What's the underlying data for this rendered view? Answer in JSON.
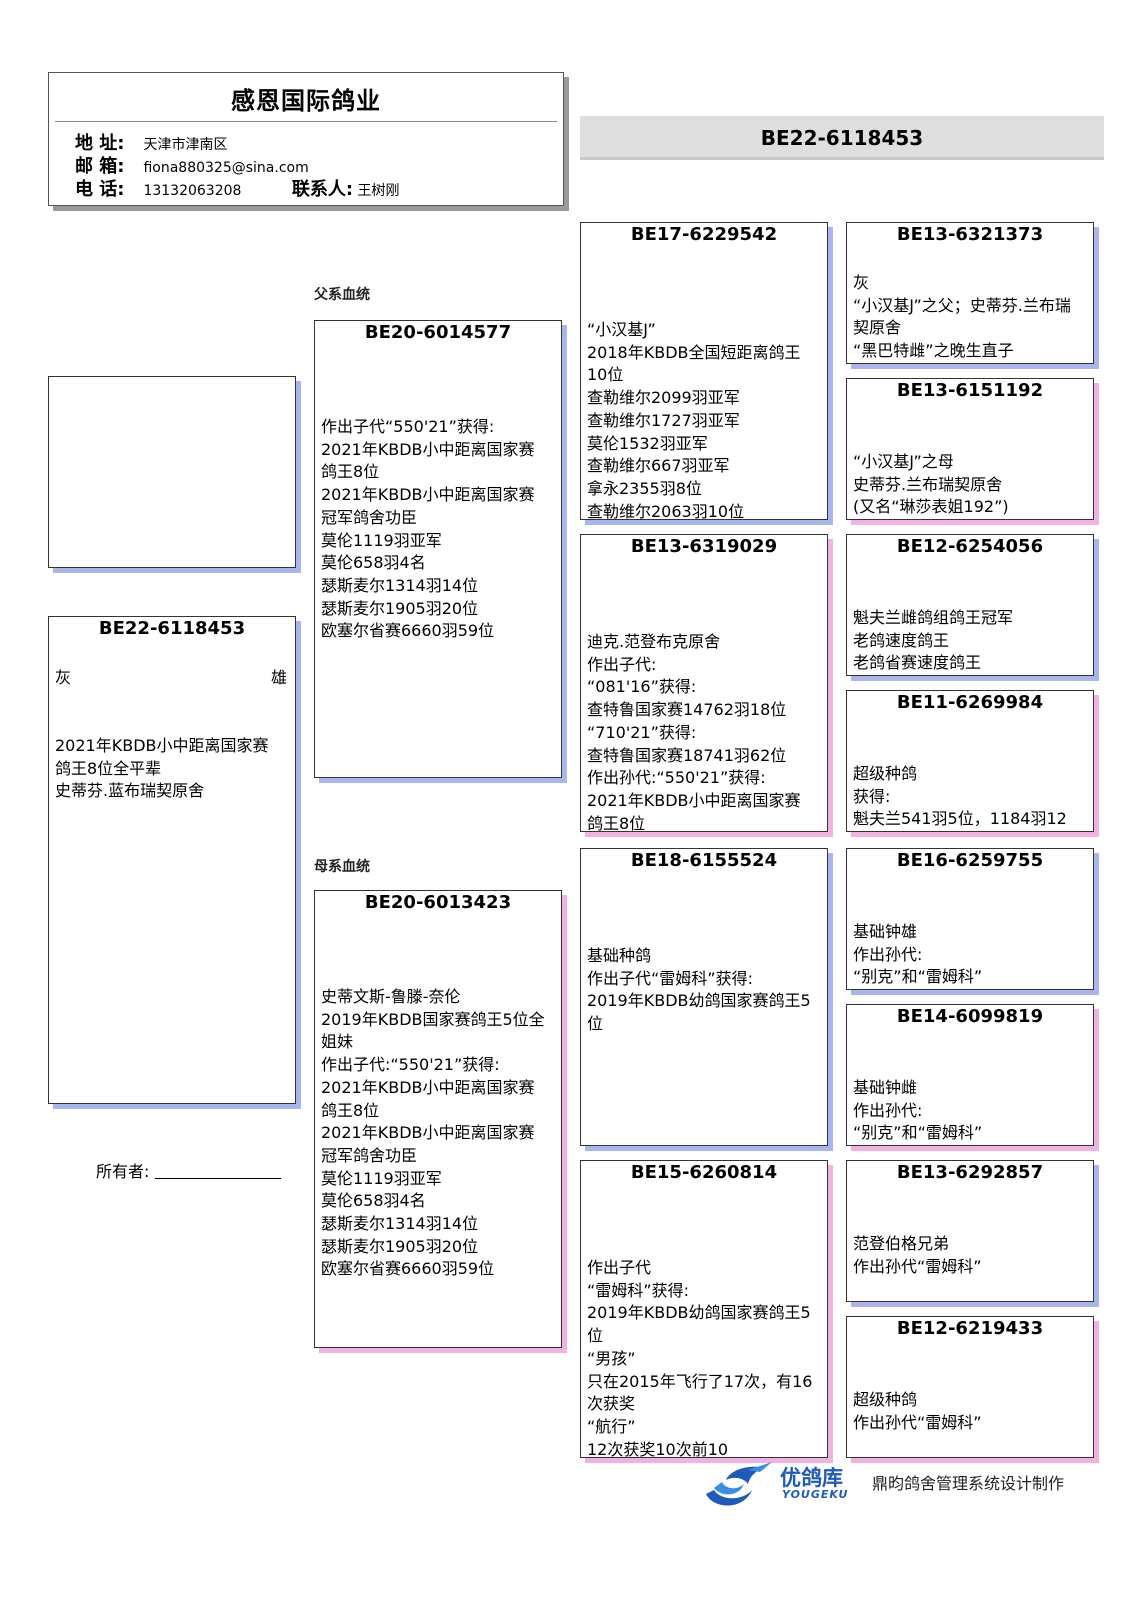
{
  "company": {
    "name": "感恩国际鸽业",
    "address_label": "地 址:",
    "address": "天津市津南区",
    "email_label": "邮 箱:",
    "email": "fiona880325@sina.com",
    "phone_label": "电 话:",
    "phone": "13132063208",
    "contact_label": "联系人:",
    "contact": "王树刚"
  },
  "banner_id": "BE22-6118453",
  "paternal_label": "父系血统",
  "maternal_label": "母系血统",
  "subject": {
    "ring": "BE22-6118453",
    "color": "灰",
    "sex": "雄",
    "notes": "2021年KBDB小中距离国家赛\n鸽王8位全平辈\n史蒂芬.蓝布瑞契原舍"
  },
  "sire": {
    "ring": "BE20-6014577",
    "notes": "作出子代“550'21”获得:\n2021年KBDB小中距离国家赛\n鸽王8位\n2021年KBDB小中距离国家赛\n冠军鸽舍功臣\n莫伦1119羽亚军\n莫伦658羽4名\n瑟斯麦尔1314羽14位\n瑟斯麦尔1905羽20位\n欧塞尔省赛6660羽59位"
  },
  "dam": {
    "ring": "BE20-6013423",
    "notes": "史蒂文斯-鲁滕-奈伦\n2019年KBDB国家赛鸽王5位全\n姐妹\n作出子代:“550'21”获得:\n2021年KBDB小中距离国家赛\n鸽王8位\n2021年KBDB小中距离国家赛\n冠军鸽舍功臣\n莫伦1119羽亚军\n莫伦658羽4名\n瑟斯麦尔1314羽14位\n瑟斯麦尔1905羽20位\n欧塞尔省赛6660羽59位"
  },
  "grandparents": [
    {
      "ring": "BE17-6229542",
      "notes": "“小汉基J”\n2018年KBDB全国短距离鸽王\n10位\n查勒维尔2099羽亚军\n查勒维尔1727羽亚军\n莫伦1532羽亚军\n查勒维尔667羽亚军\n拿永2355羽8位\n查勒维尔2063羽10位"
    },
    {
      "ring": "BE13-6319029",
      "notes": "迪克.范登布克原舍\n作出子代:\n“081'16”获得:\n查特鲁国家赛14762羽18位\n“710'21”获得:\n查特鲁国家赛18741羽62位\n作出孙代:“550'21”获得:\n2021年KBDB小中距离国家赛\n鸽王8位"
    },
    {
      "ring": "BE18-6155524",
      "notes": "基础种鸽\n作出子代“雷姆科”获得:\n2019年KBDB幼鸽国家赛鸽王5\n位"
    },
    {
      "ring": "BE15-6260814",
      "notes": "作出子代\n“雷姆科”获得:\n2019年KBDB幼鸽国家赛鸽王5\n位\n“男孩”\n只在2015年飞行了17次，有16\n次获奖\n“航行”\n12次获奖10次前10"
    }
  ],
  "great_grandparents": [
    {
      "ring": "BE13-6321373",
      "notes": "灰\n“小汉基J”之父；史蒂芬.兰布瑞\n契原舍\n“黑巴特雌”之晚生直子"
    },
    {
      "ring": "BE13-6151192",
      "notes": "“小汉基J”之母\n史蒂芬.兰布瑞契原舍\n(又名“琳莎表姐192”)"
    },
    {
      "ring": "BE12-6254056",
      "notes": "魁夫兰雌鸽组鸽王冠军\n老鸽速度鸽王\n老鸽省赛速度鸽王"
    },
    {
      "ring": "BE11-6269984",
      "notes": "超级种鸽\n获得:\n魁夫兰541羽5位，1184羽12"
    },
    {
      "ring": "BE16-6259755",
      "notes": "基础钟雄\n作出孙代:\n“别克”和“雷姆科”"
    },
    {
      "ring": "BE14-6099819",
      "notes": "基础钟雌\n作出孙代:\n“别克”和“雷姆科”"
    },
    {
      "ring": "BE13-6292857",
      "notes": "范登伯格兄弟\n作出孙代“雷姆科”"
    },
    {
      "ring": "BE12-6219433",
      "notes": "超级种鸽\n作出孙代“雷姆科”"
    }
  ],
  "owner_label": "所有者:",
  "footer": {
    "brand": "优鸽库",
    "brand_en": "YOUGEKU",
    "credit": "鼎昀鸽舍管理系统设计制作",
    "logo_icon": "swirl-bird-logo",
    "brand_color": "#1e5bb8"
  },
  "colors": {
    "sire_shadow": "#a9b6ee",
    "dam_shadow": "#f2b2df",
    "banner_bg": "#dedede"
  }
}
